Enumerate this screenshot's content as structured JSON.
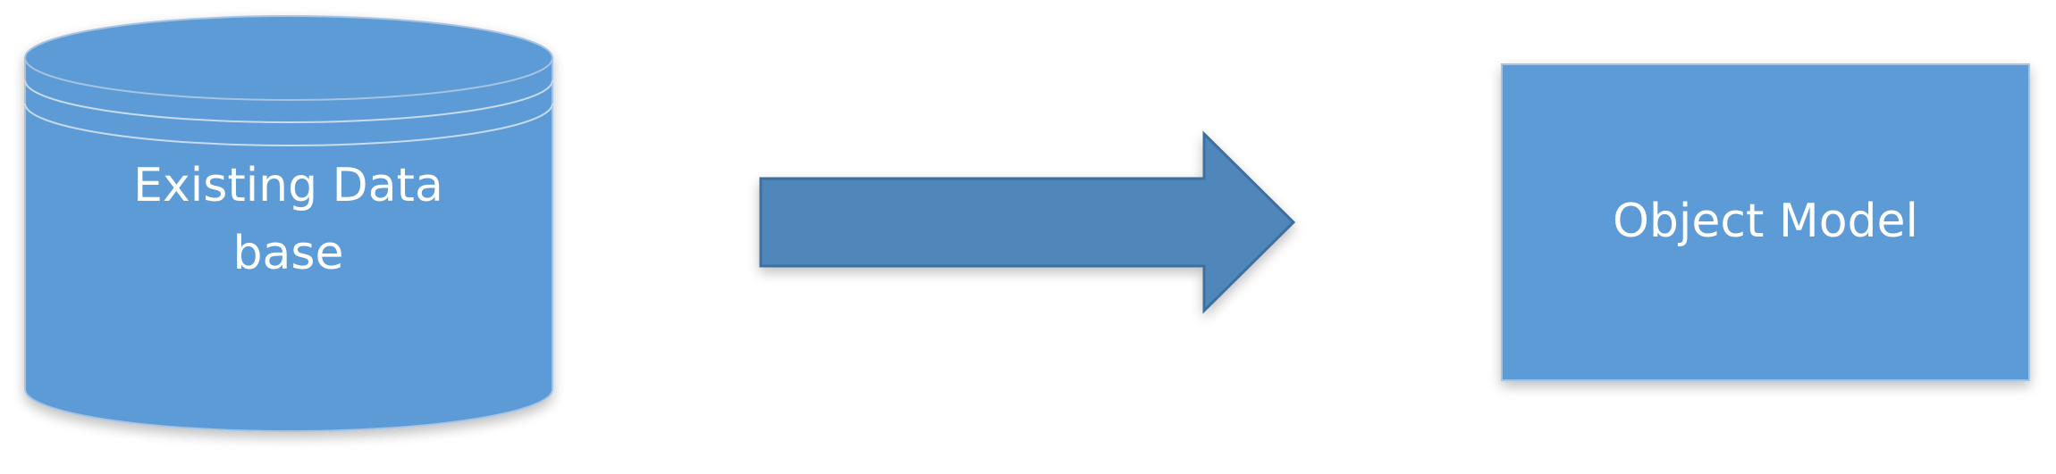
{
  "diagram": {
    "database": {
      "label_line1": "Existing Data",
      "label_line2": "base"
    },
    "object_model": {
      "label": "Object Model"
    }
  },
  "colors": {
    "shape_fill": "#5B9BD5",
    "arrow_fill": "#4F87BA",
    "shape_stroke": "#A6C3E3",
    "arrow_stroke": "#3D6FA0",
    "label_text": "#FFFFFF"
  }
}
